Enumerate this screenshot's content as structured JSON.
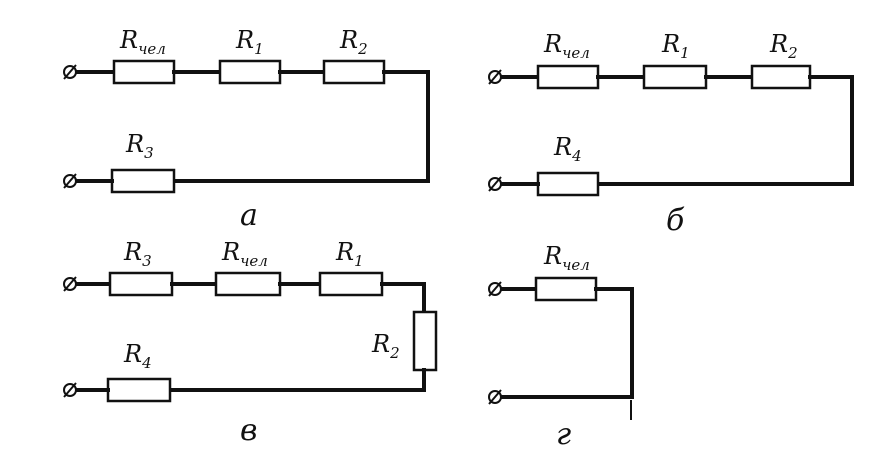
{
  "diagrams": {
    "a": {
      "caption": "a",
      "r_chel": {
        "main": "R",
        "sub": "чел"
      },
      "r1": {
        "main": "R",
        "sub": "1"
      },
      "r2": {
        "main": "R",
        "sub": "2"
      },
      "r3": {
        "main": "R",
        "sub": "3"
      }
    },
    "b": {
      "caption": "б",
      "r_chel": {
        "main": "R",
        "sub": "чел"
      },
      "r1": {
        "main": "R",
        "sub": "1"
      },
      "r2": {
        "main": "R",
        "sub": "2"
      },
      "r4": {
        "main": "R",
        "sub": "4"
      }
    },
    "v": {
      "caption": "в",
      "r3": {
        "main": "R",
        "sub": "3"
      },
      "r_chel": {
        "main": "R",
        "sub": "чел"
      },
      "r1": {
        "main": "R",
        "sub": "1"
      },
      "r2": {
        "main": "R",
        "sub": "2"
      },
      "r4": {
        "main": "R",
        "sub": "4"
      }
    },
    "g": {
      "caption": "г",
      "r_chel": {
        "main": "R",
        "sub": "чел"
      }
    }
  }
}
